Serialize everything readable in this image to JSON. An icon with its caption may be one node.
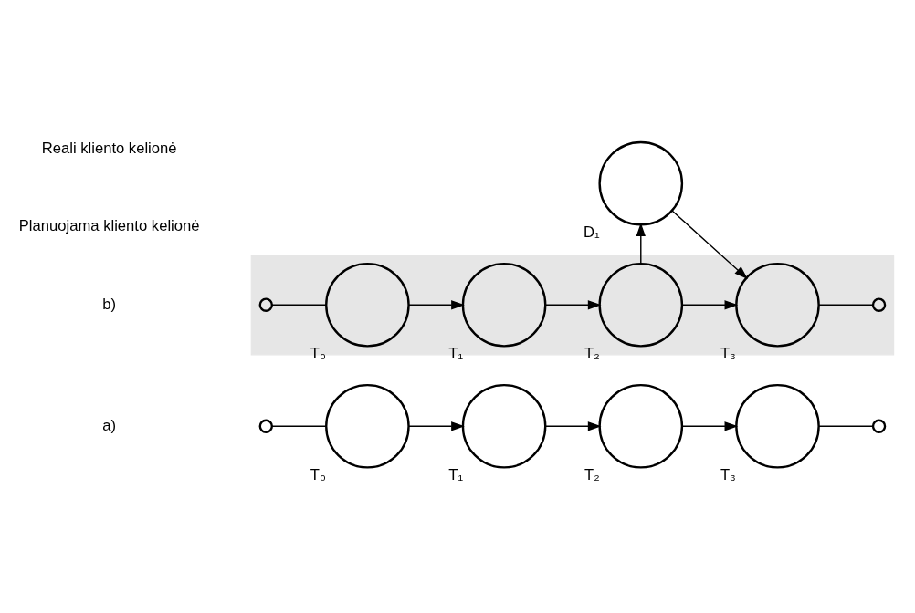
{
  "diagram": {
    "nodes": [
      {
        "text": [],
        "shape": "circle"
      },
      {
        "text": [
          "T₀"
        ]
      },
      {
        "text": [
          "T₁"
        ]
      },
      {
        "text": [
          "T₂"
        ]
      },
      {
        "text": [
          "T₃"
        ]
      },
      {
        "text": [],
        "shape": "circle"
      },
      {
        "text": [],
        "shape": "band"
      },
      {
        "text": [],
        "shape": "circle",
        "in": 6
      },
      {
        "text": [
          "T₀"
        ],
        "in": 6
      },
      {
        "text": [
          "T₁"
        ],
        "in": 6
      },
      {
        "text": [
          "T₂"
        ],
        "in": 6
      },
      {
        "text": [
          "T₃"
        ],
        "in": 6
      },
      {
        "text": [],
        "shape": "circle",
        "in": 6
      },
      {
        "text": [
          "D₁"
        ]
      }
    ],
    "edges": [
      {
        "from": 0,
        "to": 1,
        "arrow": "none"
      },
      {
        "from": 1,
        "to": 2,
        "arrow": "to"
      },
      {
        "from": 2,
        "to": 3,
        "arrow": "to"
      },
      {
        "from": 3,
        "to": 4,
        "arrow": "to"
      },
      {
        "from": 4,
        "to": 5,
        "arrow": "none"
      },
      {
        "from": 7,
        "to": 8,
        "arrow": "none"
      },
      {
        "from": 8,
        "to": 9,
        "arrow": "to"
      },
      {
        "from": 9,
        "to": 10,
        "arrow": "to"
      },
      {
        "from": 10,
        "to": 11,
        "arrow": "to"
      },
      {
        "from": 11,
        "to": 12,
        "arrow": "none"
      },
      {
        "from": 10,
        "to": 13,
        "arrow": "to"
      },
      {
        "from": 13,
        "to": 11,
        "arrow": "to"
      }
    ],
    "labels": [
      "Planuojama kliento kelionė",
      "a)",
      "Reali kliento kelionė",
      "b)"
    ]
  }
}
